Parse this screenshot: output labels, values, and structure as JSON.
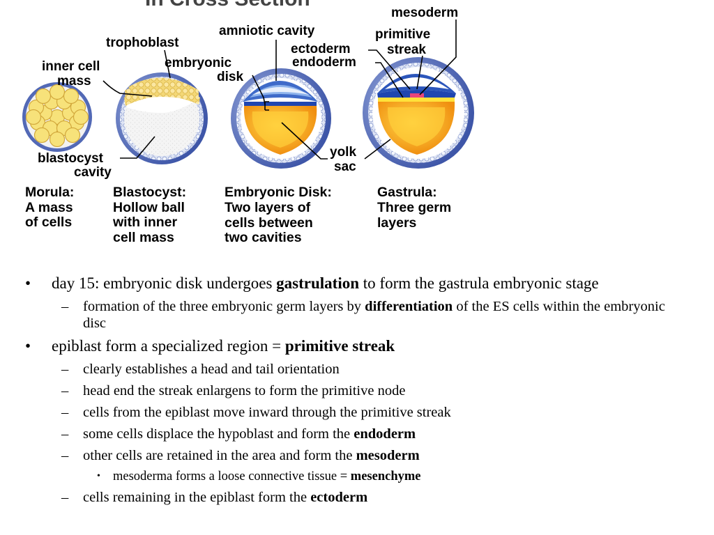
{
  "figure": {
    "title_partial": "In Cross Section",
    "labels": {
      "mesoderm": "mesoderm",
      "trophoblast": "trophoblast",
      "amniotic_cavity": "amniotic cavity",
      "primitive_streak": [
        "primitive",
        "streak"
      ],
      "ectoderm": "ectoderm",
      "endoderm": "endoderm",
      "inner_cell_mass": [
        "inner cell",
        "mass"
      ],
      "embryonic_disk": [
        "embryonic",
        "disk"
      ],
      "blastocyst_cavity": [
        "blastocyst",
        "cavity"
      ],
      "yolk_sac": [
        "yolk",
        "sac"
      ]
    },
    "captions": [
      {
        "lines": [
          "Morula:",
          "A mass",
          "of cells"
        ]
      },
      {
        "lines": [
          "Blastocyst:",
          "Hollow ball",
          "with inner",
          "cell mass"
        ]
      },
      {
        "lines": [
          "Embryonic Disk:",
          "Two layers of",
          "cells between",
          "two cavities"
        ]
      },
      {
        "lines": [
          "Gastrula:",
          "Three germ",
          "layers"
        ]
      }
    ],
    "colors": {
      "yellow": "#f3d46a",
      "pale_yellow": "#f6e6a0",
      "blue": "#6f86c6",
      "dark_blue": "#2c4ca0",
      "orange": "#f5a21a",
      "gold": "#ffd24a",
      "pink": "#e8467c"
    }
  },
  "bullets": [
    {
      "level": 1,
      "runs": [
        {
          "t": "day 15: embryonic disk undergoes "
        },
        {
          "t": "gastrulation",
          "b": true
        },
        {
          "t": " to form the gastrula embryonic stage"
        }
      ]
    },
    {
      "level": 2,
      "runs": [
        {
          "t": "formation of the three embryonic germ layers by "
        },
        {
          "t": "differentiation",
          "b": true
        },
        {
          "t": " of the ES cells within the embryonic disc"
        }
      ]
    },
    {
      "level": 1,
      "runs": [
        {
          "t": "epiblast form a specialized region = "
        },
        {
          "t": "primitive streak",
          "b": true
        }
      ]
    },
    {
      "level": 2,
      "runs": [
        {
          "t": "clearly establishes a head and tail orientation"
        }
      ]
    },
    {
      "level": 2,
      "runs": [
        {
          "t": "head end the streak enlargens to form the primitive node"
        }
      ]
    },
    {
      "level": 2,
      "runs": [
        {
          "t": "cells from the epiblast move inward through the primitive streak"
        }
      ]
    },
    {
      "level": 2,
      "runs": [
        {
          "t": "some cells displace the hypoblast and form the "
        },
        {
          "t": "endoderm",
          "b": true
        }
      ]
    },
    {
      "level": 2,
      "runs": [
        {
          "t": "other cells are retained in the area and form the "
        },
        {
          "t": "mesoderm",
          "b": true
        }
      ]
    },
    {
      "level": 3,
      "runs": [
        {
          "t": "mesoderma forms a loose connective tissue = "
        },
        {
          "t": "mesenchyme",
          "b": true
        }
      ]
    },
    {
      "level": 2,
      "runs": [
        {
          "t": "cells remaining in the epiblast form the "
        },
        {
          "t": "ectoderm",
          "b": true
        }
      ]
    }
  ]
}
